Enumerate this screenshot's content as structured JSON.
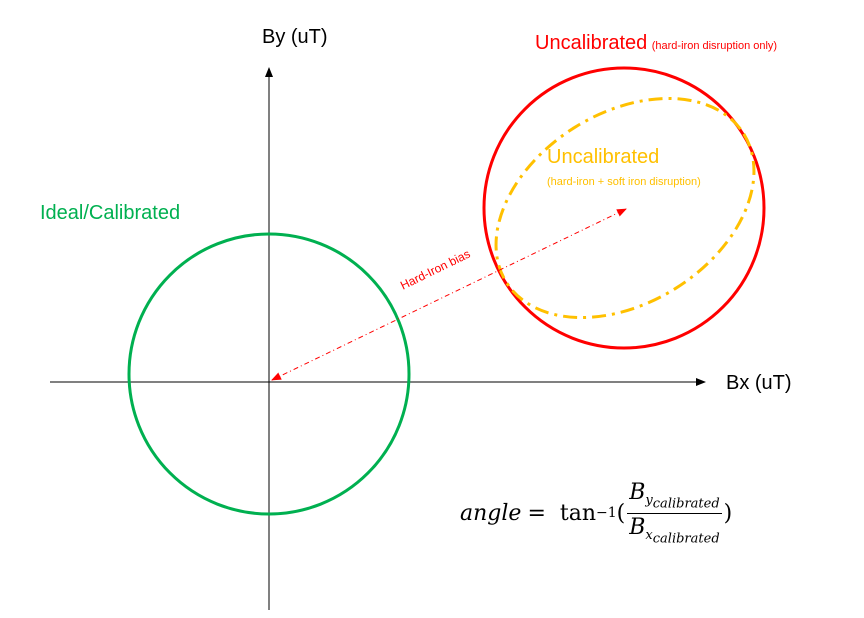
{
  "axes": {
    "x_label": "Bx (uT)",
    "y_label": "By (uT)"
  },
  "ideal": {
    "label": "Ideal/Calibrated",
    "color": "#00b050"
  },
  "uncal_hard": {
    "label": "Uncalibrated",
    "sublabel": "(hard-iron disruption only)",
    "color": "#ff0000"
  },
  "uncal_soft": {
    "label": "Uncalibrated",
    "sublabel": "(hard-iron + soft iron disruption)",
    "color": "#ffc000"
  },
  "bias": {
    "label": "Hard-Iron bias",
    "color": "#ff0000"
  },
  "formula": {
    "lhs": "angle",
    "eq": "=",
    "func": "tan",
    "exp": "−1",
    "open": "(",
    "num_base": "B",
    "num_sub": "y",
    "num_subsub": "calibrated",
    "den_base": "B",
    "den_sub": "x",
    "den_subsub": "calibrated",
    "close": ")"
  }
}
